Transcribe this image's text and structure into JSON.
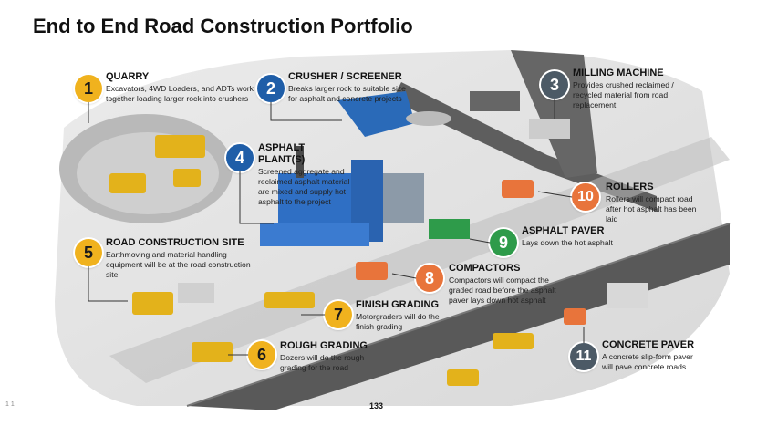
{
  "title": "End to End Road Construction Portfolio",
  "colors": {
    "yellow": "#f0b21e",
    "blue": "#1f5ea8",
    "grey": "#4c5a66",
    "orange": "#e8743b",
    "green": "#2e9b4a"
  },
  "steps": [
    {
      "num": "1",
      "heading": "QUARRY",
      "desc": "Excavators, 4WD Loaders, and ADTs work together loading larger rock into crushers"
    },
    {
      "num": "2",
      "heading": "CRUSHER / SCREENER",
      "desc": "Breaks larger rock to suitable size for asphalt and concrete projects"
    },
    {
      "num": "3",
      "heading": "MILLING MACHINE",
      "desc": "Provides crushed reclaimed / recycled material from road replacement"
    },
    {
      "num": "4",
      "heading": "ASPHALT PLANT(S)",
      "desc": "Screened aggregate and reclaimed asphalt material are mixed and supply hot asphalt to the project"
    },
    {
      "num": "5",
      "heading": "ROAD CONSTRUCTION SITE",
      "desc": "Earthmoving and material handling equipment will be at the road construction site"
    },
    {
      "num": "6",
      "heading": "ROUGH GRADING",
      "desc": "Dozers will do the rough grading for the road"
    },
    {
      "num": "7",
      "heading": "FINISH GRADING",
      "desc": "Motorgraders will do the finish grading"
    },
    {
      "num": "8",
      "heading": "COMPACTORS",
      "desc": "Compactors will compact the graded road before the asphalt paver lays down hot asphalt"
    },
    {
      "num": "9",
      "heading": "ASPHALT PAVER",
      "desc": "Lays down the hot asphalt"
    },
    {
      "num": "10",
      "heading": "ROLLERS",
      "desc": "Rollers will compact road after hot asphalt has been laid"
    },
    {
      "num": "11",
      "heading": "CONCRETE PAVER",
      "desc": "A concrete slip-form paver will pave concrete roads"
    }
  ],
  "footer": {
    "slide": "1 1",
    "page": "133"
  }
}
